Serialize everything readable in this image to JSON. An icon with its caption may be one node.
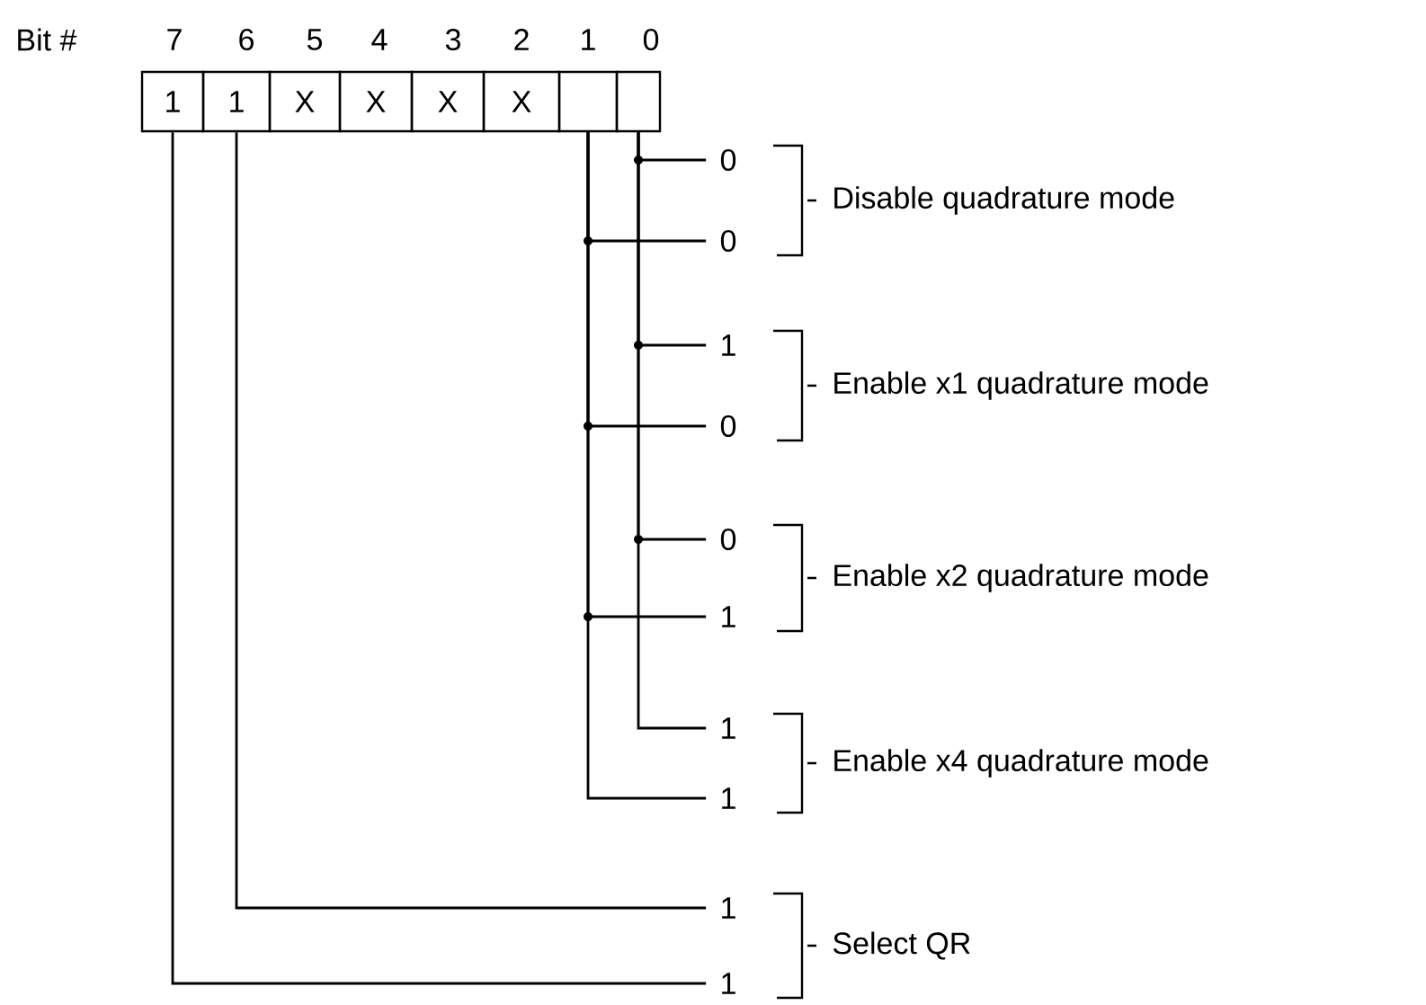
{
  "diagram": {
    "nodes": [
      {
        "text": [
          "1"
        ]
      },
      {
        "text": [
          "1"
        ]
      },
      {
        "text": [
          "X"
        ]
      },
      {
        "text": [
          "X"
        ]
      },
      {
        "text": [
          "X"
        ]
      },
      {
        "text": [
          "X"
        ]
      },
      {
        "text": [],
        "shape": "box"
      },
      {
        "text": [],
        "shape": "box"
      },
      {
        "text": [
          "0"
        ]
      },
      {
        "text": [
          "0"
        ]
      },
      {
        "text": [
          "1"
        ]
      },
      {
        "text": [
          "0"
        ]
      },
      {
        "text": [
          "0"
        ]
      },
      {
        "text": [
          "1"
        ]
      },
      {
        "text": [
          "1"
        ]
      },
      {
        "text": [
          "1"
        ]
      },
      {
        "text": [
          "1"
        ]
      },
      {
        "text": [
          "1"
        ]
      }
    ],
    "edges": [
      {
        "from": 7,
        "to": 8,
        "arrow": "none"
      },
      {
        "from": 6,
        "to": 9,
        "arrow": "none"
      },
      {
        "from": 7,
        "to": 10,
        "arrow": "none"
      },
      {
        "from": 6,
        "to": 11,
        "arrow": "none"
      },
      {
        "from": 7,
        "to": 12,
        "arrow": "none"
      },
      {
        "from": 6,
        "to": 13,
        "arrow": "none"
      },
      {
        "from": 7,
        "to": 14,
        "arrow": "none"
      },
      {
        "from": 6,
        "to": 15,
        "arrow": "none"
      },
      {
        "from": 1,
        "to": 16,
        "arrow": "none"
      },
      {
        "from": 0,
        "to": 17,
        "arrow": "none"
      }
    ],
    "labels": [
      "Bit #",
      "7",
      "6",
      "5",
      "4",
      "3",
      "2",
      "1",
      "0",
      "Disable quadrature mode",
      "Enable x1 quadrature mode",
      "Enable x2 quadrature mode",
      "Enable x4 quadrature mode",
      "Select QR"
    ]
  }
}
